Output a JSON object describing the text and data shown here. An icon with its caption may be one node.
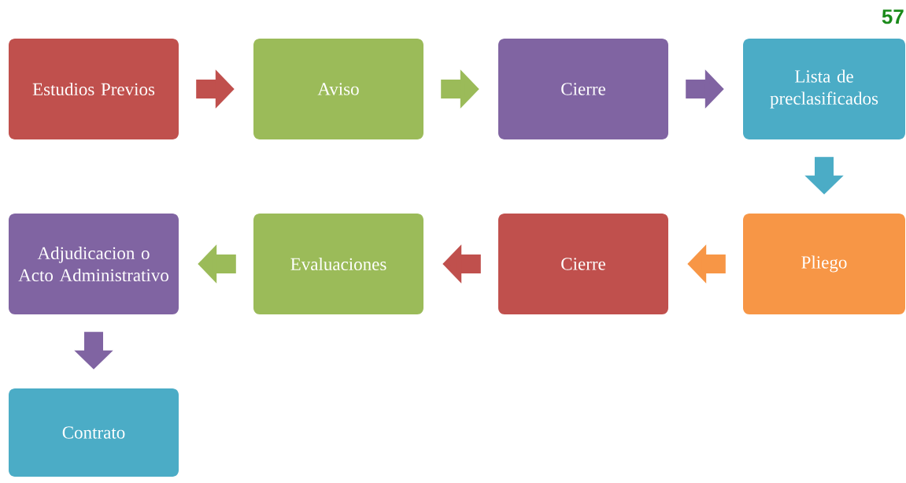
{
  "diagram": {
    "nodes": [
      {
        "text": [
          "Estudios Previos"
        ]
      },
      {
        "text": [
          "Aviso"
        ]
      },
      {
        "text": [
          "Cierre"
        ]
      },
      {
        "text": [
          "Lista de preclasificados"
        ]
      },
      {
        "text": [
          "Pliego"
        ]
      },
      {
        "text": [
          "Cierre"
        ]
      },
      {
        "text": [
          "Evaluaciones"
        ]
      },
      {
        "text": [
          "Adjudicacion o Acto Administrativo"
        ]
      },
      {
        "text": [
          "Contrato"
        ]
      }
    ],
    "edges": [
      {
        "from": 0,
        "to": 1,
        "arrow": "to",
        "color": "#c0504d"
      },
      {
        "from": 1,
        "to": 2,
        "arrow": "to",
        "color": "#9bbb59"
      },
      {
        "from": 2,
        "to": 3,
        "arrow": "to",
        "color": "#8064a2"
      },
      {
        "from": 3,
        "to": 4,
        "arrow": "to",
        "color": "#4bacc6"
      },
      {
        "from": 4,
        "to": 5,
        "arrow": "to",
        "color": "#f79646"
      },
      {
        "from": 5,
        "to": 6,
        "arrow": "to",
        "color": "#c0504d"
      },
      {
        "from": 6,
        "to": 7,
        "arrow": "to",
        "color": "#9bbb59"
      },
      {
        "from": 7,
        "to": 8,
        "arrow": "to",
        "color": "#8064a2"
      }
    ],
    "labels": [
      "57"
    ]
  }
}
